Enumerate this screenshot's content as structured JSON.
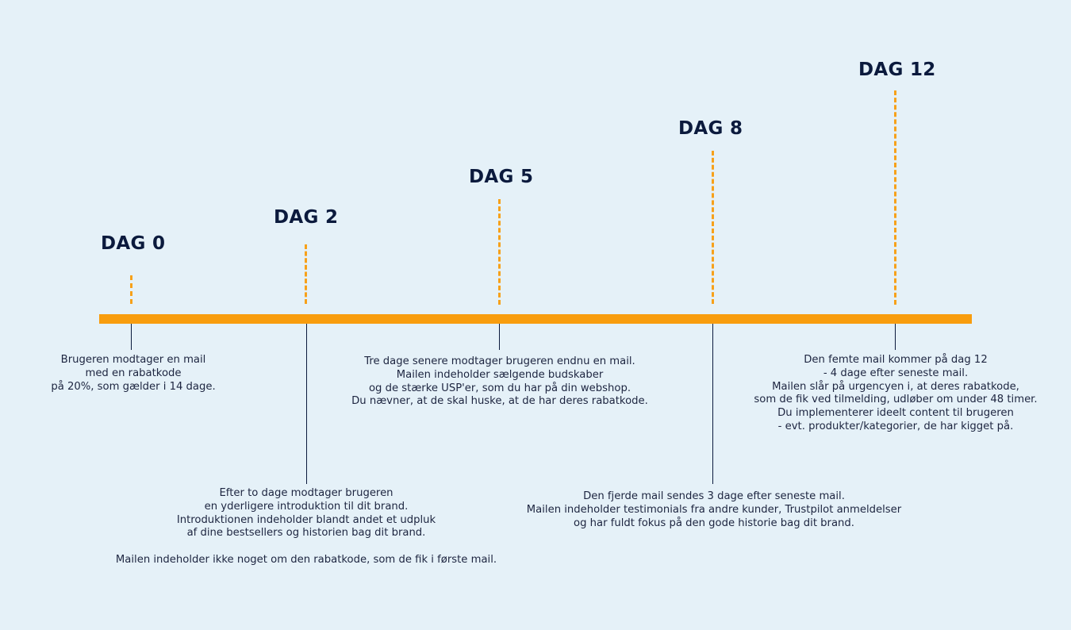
{
  "milestones": [
    {
      "label": "DAG 0",
      "lines": [
        "Brugeren modtager en mail",
        "med en rabatkode",
        "på 20%, som gælder i 14 dage."
      ]
    },
    {
      "label": "DAG 2",
      "lines": [
        "Efter to dage modtager brugeren",
        "en yderligere introduktion til dit brand.",
        "Introduktionen indeholder blandt andet et udpluk",
        "af dine bestsellers og historien bag dit brand.",
        "",
        "Mailen indeholder ikke noget om den rabatkode, som de fik i første mail."
      ]
    },
    {
      "label": "DAG 5",
      "lines": [
        "Tre dage senere modtager brugeren endnu en mail.",
        "Mailen indeholder sælgende budskaber",
        "og de stærke USP'er, som du har på din webshop.",
        "Du nævner, at de skal huske, at de har deres rabatkode."
      ]
    },
    {
      "label": "DAG 8",
      "lines": [
        "Den fjerde mail sendes 3 dage efter seneste mail.",
        "Mailen indeholder testimonials fra andre kunder, Trustpilot anmeldelser",
        "og har fuldt fokus på den gode historie bag dit brand."
      ]
    },
    {
      "label": "DAG 12",
      "lines": [
        "Den femte mail kommer på dag 12",
        "- 4 dage efter seneste mail.",
        "Mailen slår på urgencyen i, at deres rabatkode,",
        "som de fik ved tilmelding, udløber om under 48 timer.",
        "Du implementerer ideelt content til brugeren",
        "- evt. produkter/kategorier, de har kigget på."
      ]
    }
  ],
  "colors": {
    "background": "#e5f1f8",
    "accent": "#f89d0e",
    "heading": "#0b1a3d",
    "text": "#1d2540"
  }
}
